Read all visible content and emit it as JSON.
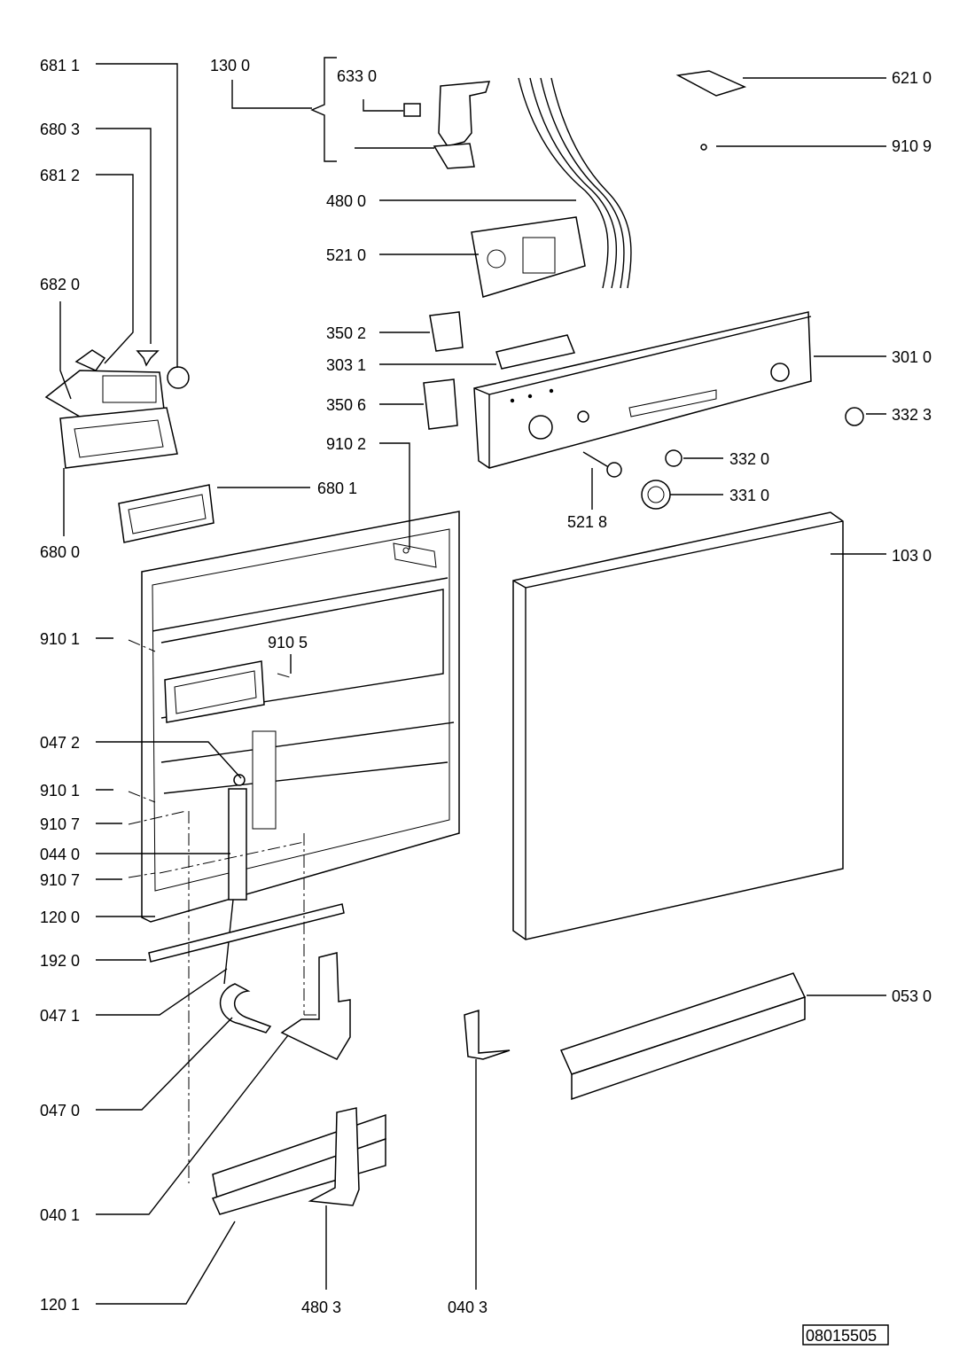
{
  "diagram": {
    "drawing_number": "08015505",
    "labels": {
      "p6811": "681 1",
      "p1300": "130 0",
      "p6330": "633 0",
      "p6210": "621 0",
      "p9109": "910 9",
      "p6803": "680 3",
      "p6812": "681 2",
      "p4800": "480 0",
      "p5210": "521 0",
      "p6820": "682 0",
      "p3502": "350 2",
      "p3031": "303 1",
      "p3010": "301 0",
      "p3506": "350 6",
      "p3323": "332 3",
      "p9102": "910 2",
      "p3320": "332 0",
      "p6801": "680 1",
      "p3310": "331 0",
      "p5218": "521 8",
      "p6800": "680 0",
      "p1030": "103 0",
      "p9101a": "910 1",
      "p9105": "910 5",
      "p0472": "047 2",
      "p9101b": "910 1",
      "p9107a": "910 7",
      "p0440": "044 0",
      "p9107b": "910 7",
      "p1200": "120 0",
      "p1920": "192 0",
      "p0471": "047 1",
      "p0530": "053 0",
      "p0470": "047 0",
      "p0401": "040 1",
      "p1201": "120 1",
      "p4803": "480 3",
      "p0403": "040 3"
    }
  }
}
